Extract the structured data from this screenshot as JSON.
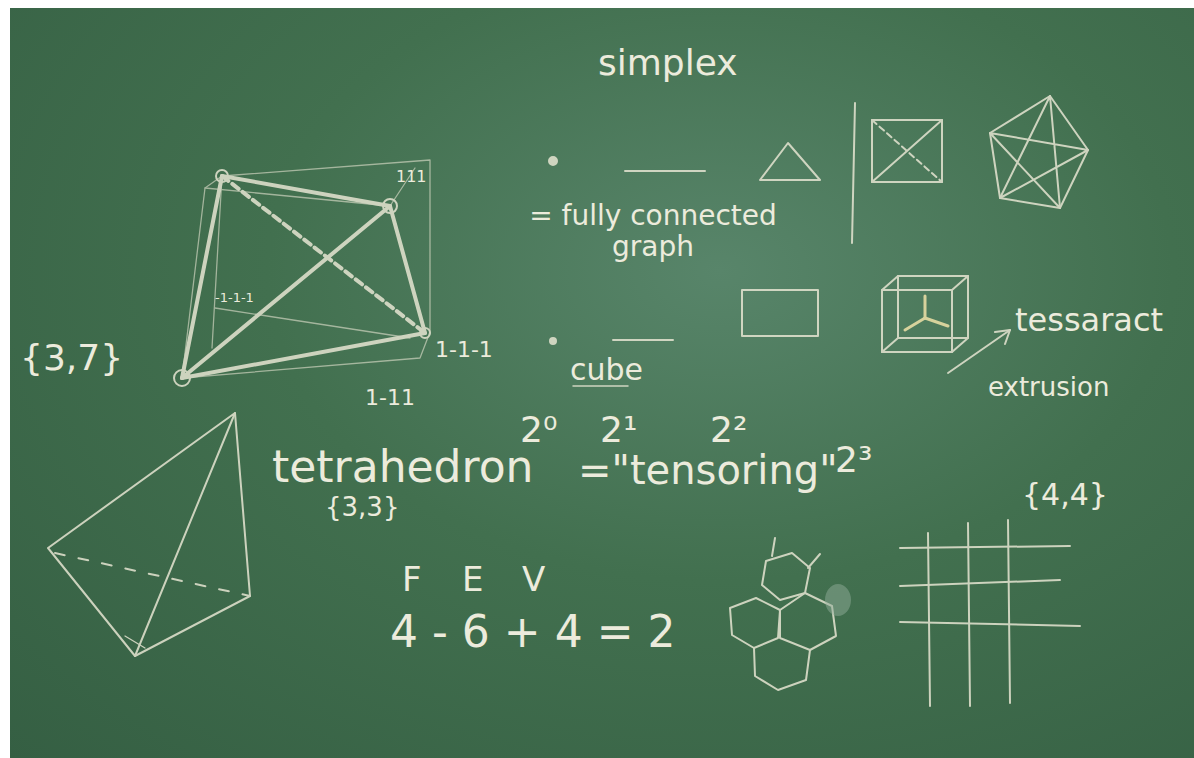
{
  "diagram": {
    "labels": [
      "simplex",
      "= fully connected graph",
      "tessaract",
      "extrusion",
      "cube",
      "{3,7}",
      "111",
      "1-1-1",
      "1-11",
      "-1-1-1",
      "2⁰",
      "2¹",
      "2²",
      "2³",
      "tetrahedron",
      "{3,3}",
      "=\"tensoring\"",
      "{4,4}",
      "F",
      "E",
      "V",
      "4 - 6 + 4 = 2"
    ]
  }
}
